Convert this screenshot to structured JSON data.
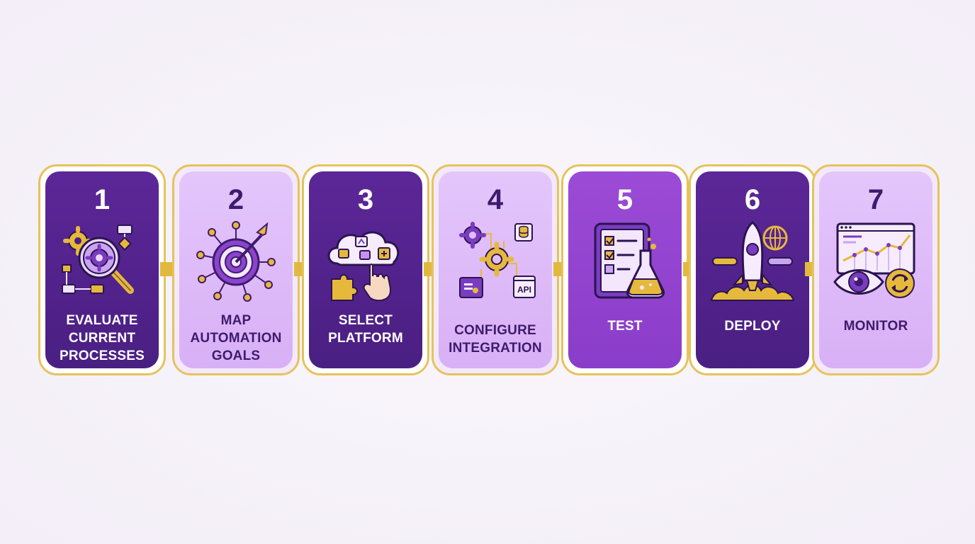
{
  "colors": {
    "dark_purple": "#5c2798",
    "light_purple": "#e0bef9",
    "mid_purple": "#9445d2",
    "gold": "#e6c35a"
  },
  "steps": [
    {
      "number": "1",
      "lines": [
        "EVALUATE",
        "CURRENT",
        "PROCESSES"
      ],
      "style": "dark",
      "icon": "magnifier-gear-flowchart-icon"
    },
    {
      "number": "2",
      "lines": [
        "MAP",
        "AUTOMATION",
        "GOALS"
      ],
      "style": "light",
      "icon": "target-arrow-network-icon"
    },
    {
      "number": "3",
      "lines": [
        "SELECT",
        "PLATFORM"
      ],
      "style": "dark",
      "icon": "cloud-puzzle-hand-icon"
    },
    {
      "number": "4",
      "lines": [
        "CONFIGURE",
        "INTEGRATION"
      ],
      "style": "light",
      "icon": "gears-database-api-icon"
    },
    {
      "number": "5",
      "lines": [
        "TEST"
      ],
      "style": "mid",
      "icon": "checklist-flask-icon"
    },
    {
      "number": "6",
      "lines": [
        "DEPLOY"
      ],
      "style": "dark",
      "icon": "rocket-globe-icon"
    },
    {
      "number": "7",
      "lines": [
        "MONITOR"
      ],
      "style": "light",
      "icon": "dashboard-eye-refresh-icon"
    }
  ],
  "api_badge": "API"
}
